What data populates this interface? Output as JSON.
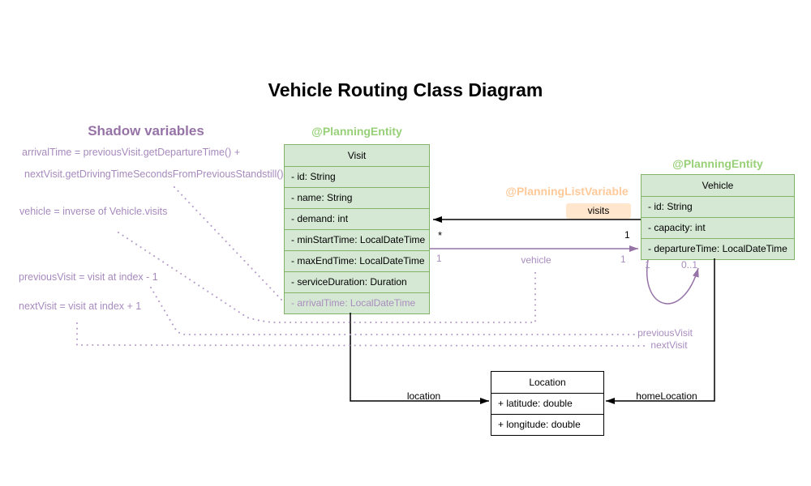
{
  "title": "Vehicle Routing Class Diagram",
  "shadow_panel": {
    "heading": "Shadow variables",
    "annotations": [
      "arrivalTime = previousVisit.getDepartureTime() +",
      "nextVisit.getDrivingTimeSecondsFromPreviousStandstill()",
      "vehicle = inverse of Vehicle.visits",
      "previousVisit = visit at index - 1",
      "nextVisit = visit at index + 1"
    ]
  },
  "classes": {
    "visit": {
      "stereotype": "@PlanningEntity",
      "name": "Visit",
      "fields": [
        "- id: String",
        "- name: String",
        "- demand: int",
        "- minStartTime: LocalDateTime",
        "- maxEndTime: LocalDateTime",
        "- serviceDuration: Duration",
        "- arrivalTime: LocalDateTime"
      ]
    },
    "vehicle": {
      "stereotype": "@PlanningEntity",
      "name": "Vehicle",
      "fields": [
        "- id: String",
        "- capacity: int",
        "- departureTime: LocalDateTime"
      ]
    },
    "location": {
      "name": "Location",
      "fields": [
        "+ latitude: double",
        "+ longitude: double"
      ]
    }
  },
  "relations": {
    "visits": {
      "stereotype": "@PlanningListVariable",
      "label": "visits",
      "mult_at_visit": "*",
      "mult_at_vehicle": "1"
    },
    "vehicle_ref": {
      "label": "vehicle",
      "mult_at_visit": "1",
      "mult_at_vehicle": "1"
    },
    "visit_chain_loop": {
      "mult_left": "1",
      "mult_right": "0..1"
    },
    "previous_visit_label": "previousVisit",
    "next_visit_label": "nextVisit",
    "location_label": "location",
    "home_location_label": "homeLocation"
  },
  "colors": {
    "green_fill": "#d5e8d4",
    "green_stroke": "#82b366",
    "green_stereotype_text": "#97d077",
    "orange_fill": "#ffe6cc",
    "orange_stereotype_text": "#ffc999",
    "purple_heading": "#9673a6",
    "purple_annotation": "#a78abd",
    "purple_edge": "#9673a6",
    "purple_dotted": "#b29ac8",
    "black": "#000000",
    "background": "#ffffff"
  }
}
